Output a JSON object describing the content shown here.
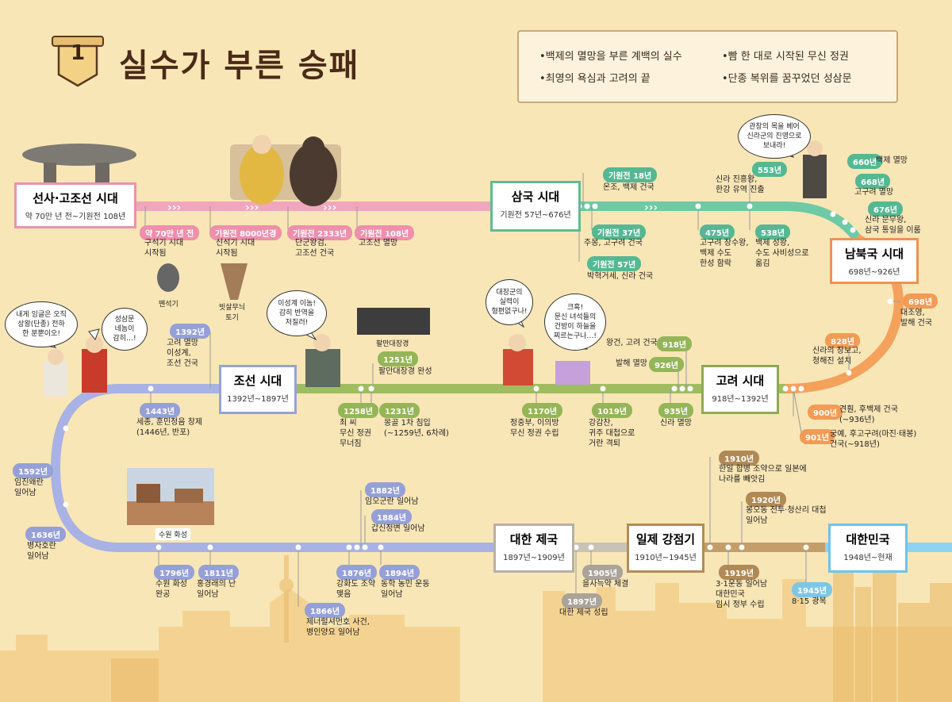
{
  "header": {
    "number": "1",
    "title": "실수가 부른 승패"
  },
  "topics": [
    "•백제의 멸망을 부른 계백의 실수",
    "•빰 한 대로 시작된 무신 정권",
    "•최영의 욕심과 고려의 끝",
    "•단종 복위를 꿈꾸었던 성삼문"
  ],
  "eras": {
    "prehistory": {
      "name": "선사·고조선 시대",
      "dates": "약 70만 년 전~기원전 108년"
    },
    "three_kingdoms": {
      "name": "삼국 시대",
      "dates": "기원전 57년~676년"
    },
    "north_south": {
      "name": "남북국 시대",
      "dates": "698년~926년"
    },
    "goryeo": {
      "name": "고려 시대",
      "dates": "918년~1392년"
    },
    "joseon": {
      "name": "조선 시대",
      "dates": "1392년~1897년"
    },
    "korean_empire": {
      "name": "대한 제국",
      "dates": "1897년~1909년"
    },
    "colonial": {
      "name": "일제 강점기",
      "dates": "1910년~1945년"
    },
    "republic": {
      "name": "대한민국",
      "dates": "1948년~현재"
    }
  },
  "events": {
    "e1": {
      "year": "약 70만 년 전",
      "text": "구석기 시대\n시작됨"
    },
    "e2": {
      "year": "기원전 8000년경",
      "text": "신석기 시대\n시작됨"
    },
    "e3": {
      "year": "기원전 2333년",
      "text": "단군왕검,\n고조선 건국"
    },
    "e4": {
      "year": "기원전 108년",
      "text": "고조선 멸망"
    },
    "e5": {
      "year": "기원전 18년",
      "text": "온조, 백제 건국"
    },
    "e6": {
      "year": "기원전 37년",
      "text": "주몽, 고구려 건국"
    },
    "e7": {
      "year": "기원전 57년",
      "text": "박혁거세, 신라 건국"
    },
    "e8": {
      "year": "475년",
      "text": "고구려 장수왕,\n백제 수도\n한성 함락"
    },
    "e9": {
      "year": "538년",
      "text": "백제 성왕,\n수도 사비성으로\n옮김"
    },
    "e10": {
      "year": "553년",
      "text": "신라 진흥왕,\n한강 유역 진출"
    },
    "e11": {
      "year": "660년",
      "text": "백제 멸망"
    },
    "e12": {
      "year": "668년",
      "text": "고구려 멸망"
    },
    "e13": {
      "year": "676년",
      "text": "신라 문무왕,\n삼국 통일을 이룸"
    },
    "e14": {
      "year": "698년",
      "text": "대조영,\n발해 건국"
    },
    "e15": {
      "year": "828년",
      "text": "신라의 장보고,\n청해진 설치"
    },
    "e16": {
      "year": "900년",
      "text": "견훤, 후백제 건국\n(~936년)"
    },
    "e17": {
      "year": "901년",
      "text": "궁예, 후고구려(마진·태봉)\n건국(~918년)"
    },
    "e18": {
      "year": "918년",
      "text": "왕건, 고려 건국"
    },
    "e19": {
      "year": "926년",
      "text": "발해 멸망"
    },
    "e20": {
      "year": "935년",
      "text": "신라 멸망"
    },
    "e21": {
      "year": "1019년",
      "text": "강감찬,\n귀주 대첩으로\n거란 격퇴"
    },
    "e22": {
      "year": "1170년",
      "text": "정중부, 이의방\n무신 정권 수립"
    },
    "e23": {
      "year": "1231년",
      "text": "몽골 1차 침입\n(~1259년, 6차례)"
    },
    "e24": {
      "year": "1258년",
      "text": "최 씨\n무신 정권\n무너짐"
    },
    "e25": {
      "year": "1251년",
      "text": "팔만대장경 완성"
    },
    "e26": {
      "year": "1392년",
      "text": "고려 멸망\n이성계,\n조선 건국"
    },
    "e27": {
      "year": "1443년",
      "text": "세종, 훈민정음 창제\n(1446년, 반포)"
    },
    "e28": {
      "year": "1592년",
      "text": "임진왜란\n일어남"
    },
    "e29": {
      "year": "1636년",
      "text": "병자호란\n일어남"
    },
    "e30": {
      "year": "1796년",
      "text": "수원 화성\n완공"
    },
    "e31": {
      "year": "1811년",
      "text": "홍경래의 난\n일어남"
    },
    "e32": {
      "year": "1866년",
      "text": "제너럴셔먼호 사건,\n병인양요 일어남"
    },
    "e33": {
      "year": "1876년",
      "text": "강화도 조약\n맺음"
    },
    "e34": {
      "year": "1882년",
      "text": "임오군란 일어남"
    },
    "e35": {
      "year": "1884년",
      "text": "갑신정변 일어남"
    },
    "e36": {
      "year": "1894년",
      "text": "동학 농민 운동\n일어남"
    },
    "e37": {
      "year": "1897년",
      "text": "대한 제국 성립"
    },
    "e38": {
      "year": "1905년",
      "text": "을사늑약 체결"
    },
    "e39": {
      "year": "1910년",
      "text": "한일 합병 조약으로 일본에\n나라를 빼앗김"
    },
    "e40": {
      "year": "1920년",
      "text": "봉오동 전투·청산리 대첩\n일어남"
    },
    "e41": {
      "year": "1919년",
      "text": "3·1운동 일어남\n대한민국\n임시 정부 수립"
    },
    "e42": {
      "year": "1945년",
      "text": "8·15 광복"
    }
  },
  "captions": {
    "stone_axe": "뗀석기",
    "pottery": "빗살무늬\n토기",
    "tripitaka": "팔만대장경",
    "fortress": "수원 화성"
  },
  "bubbles": {
    "b1": "내게 잉글은 오직\n상왕(단종) 전하\n한 분뿐이오!",
    "b2": "성삼문\n네놈이\n감히…!",
    "b3": "이성계 이놈!\n감히 반역을\n저질러!",
    "b4": "대장군의\n실력이\n형편없구나!",
    "b5": "크흑!\n문신 녀석들의\n건방이 하늘을\n찌르는구나…!",
    "b6": "관창의 목을 베어\n신라군의 진영으로\n보내라!"
  },
  "arrows": {
    "a1": "›››",
    "a2": "›››",
    "a3": "›››",
    "a4": "›››"
  }
}
